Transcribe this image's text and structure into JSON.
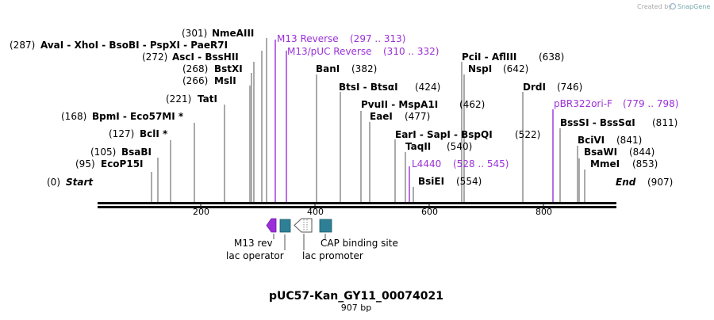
{
  "watermark": {
    "text": "Created by",
    "brand": "SnapGene"
  },
  "map": {
    "name": "pUC57-Kan_GY11_00074021",
    "length_label": "907 bp",
    "length": 907,
    "start_label": "Start",
    "start_pos": "(0)",
    "end_label": "End",
    "end_pos": "(907)",
    "ticks": [
      "200",
      "400",
      "600",
      "800"
    ]
  },
  "left_sites": [
    {
      "pos": "(287)",
      "names": "AvaI  - XhoI  - BsoBI  - PspXI  - PaeR7I"
    },
    {
      "pos": "(301)",
      "names": "NmeAIII"
    },
    {
      "pos": "(272)",
      "names": "AscI  - BssHII"
    },
    {
      "pos": "(268)",
      "names": "BstXI"
    },
    {
      "pos": "(266)",
      "names": "MslI"
    },
    {
      "pos": "(221)",
      "names": "TatI"
    },
    {
      "pos": "(168)",
      "names": "BpmI  - Eco57MI *"
    },
    {
      "pos": "(127)",
      "names": "BclI *"
    },
    {
      "pos": "(105)",
      "names": "BsaBI"
    },
    {
      "pos": "(95)",
      "names": "EcoP15I"
    }
  ],
  "right_sites": [
    {
      "names": "BanI",
      "pos": "(382)"
    },
    {
      "names": "BtsI  - BtsαI",
      "pos": "(424)"
    },
    {
      "names": "PvuII  - MspA1I",
      "pos": "(462)"
    },
    {
      "names": "EaeI",
      "pos": "(477)"
    },
    {
      "names": "EarI  - SapI  - BspQI",
      "pos": "(522)"
    },
    {
      "names": "TaqII",
      "pos": "(540)"
    },
    {
      "names": "BsiEI",
      "pos": "(554)"
    },
    {
      "names": "PciI  - AflIII",
      "pos": "(638)"
    },
    {
      "names": "NspI",
      "pos": "(642)"
    },
    {
      "names": "DrdI",
      "pos": "(746)"
    },
    {
      "names": "BssSI  - BssSαI",
      "pos": "(811)"
    },
    {
      "names": "BciVI",
      "pos": "(841)"
    },
    {
      "names": "BsaWI",
      "pos": "(844)"
    },
    {
      "names": "MmeI",
      "pos": "(853)"
    }
  ],
  "primers": [
    {
      "name": "M13 Reverse",
      "range": "(297 .. 313)"
    },
    {
      "name": "M13/pUC Reverse",
      "range": "(310 .. 332)"
    },
    {
      "name": "L4440",
      "range": "(528 .. 545)"
    },
    {
      "name": "pBR322ori-F",
      "range": "(779 .. 798)"
    }
  ],
  "features": [
    {
      "name": "M13 rev"
    },
    {
      "name": "lac operator"
    },
    {
      "name": "lac promoter"
    },
    {
      "name": "CAP binding site"
    }
  ],
  "colors": {
    "primer": "#9b30d9",
    "feature_box": "#2f8096",
    "m13rev_arrow": "#9b30d9",
    "backbone": "#111111",
    "cutline": "#444444"
  }
}
